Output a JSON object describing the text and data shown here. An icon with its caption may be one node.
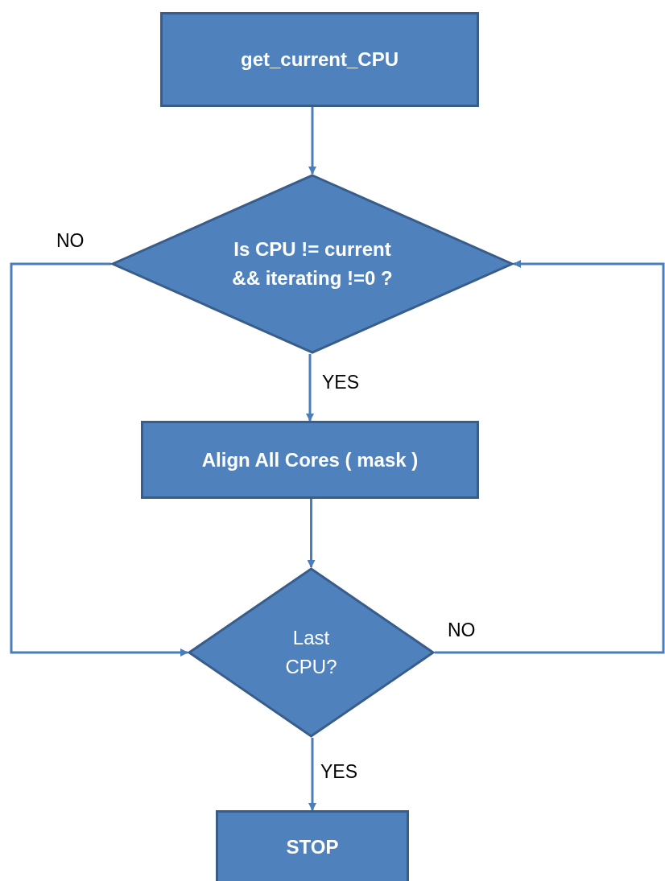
{
  "diagram": {
    "nodes": [
      {
        "text": [
          "get_current_CPU"
        ]
      },
      {
        "text": [
          "Is CPU != current && iterating !=0 ?"
        ]
      },
      {
        "text": [
          "Align All Cores ( mask )"
        ]
      },
      {
        "text": [
          "Last CPU?"
        ]
      },
      {
        "text": [
          "STOP"
        ]
      }
    ],
    "edges": [
      {
        "from": 0,
        "to": 1,
        "arrow": "to"
      },
      {
        "from": 1,
        "to": 2,
        "arrow": "to",
        "label": "YES"
      },
      {
        "from": 2,
        "to": 3,
        "arrow": "to"
      },
      {
        "from": 3,
        "to": 4,
        "arrow": "to",
        "label": "YES"
      },
      {
        "from": 1,
        "to": 3,
        "arrow": "to",
        "label": "NO"
      },
      {
        "from": 3,
        "to": 1,
        "arrow": "to",
        "label": "NO"
      }
    ]
  }
}
